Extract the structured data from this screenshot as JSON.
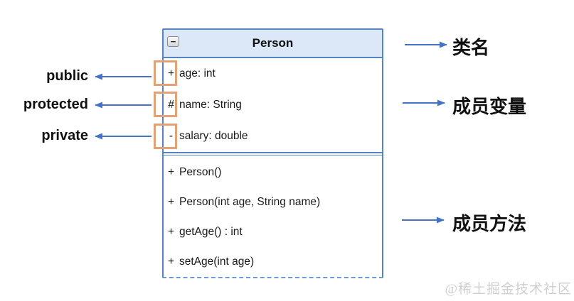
{
  "class_box": {
    "title": "Person",
    "collapse_icon": "−",
    "fields": [
      {
        "symbol": "+",
        "label": "age: int"
      },
      {
        "symbol": "#",
        "label": "name: String"
      },
      {
        "symbol": "-",
        "label": "salary: double"
      }
    ],
    "methods": [
      {
        "symbol": "+",
        "label": "Person()"
      },
      {
        "symbol": "+",
        "label": "Person(int age, String name)"
      },
      {
        "symbol": "+",
        "label": "getAge() : int"
      },
      {
        "symbol": "+",
        "label": "setAge(int age)"
      }
    ]
  },
  "left_annotations": [
    {
      "label": "public"
    },
    {
      "label": "protected"
    },
    {
      "label": "private"
    }
  ],
  "right_annotations": [
    {
      "label": "类名"
    },
    {
      "label": "成员变量"
    },
    {
      "label": "成员方法"
    }
  ],
  "watermark": "@稀土掘金技术社区",
  "colors": {
    "box_border": "#5585c0",
    "header_bg": "#dce8f8",
    "highlight_border": "#e3a276",
    "arrow": "#4472c4",
    "watermark_gray": "#cfcfcf"
  }
}
